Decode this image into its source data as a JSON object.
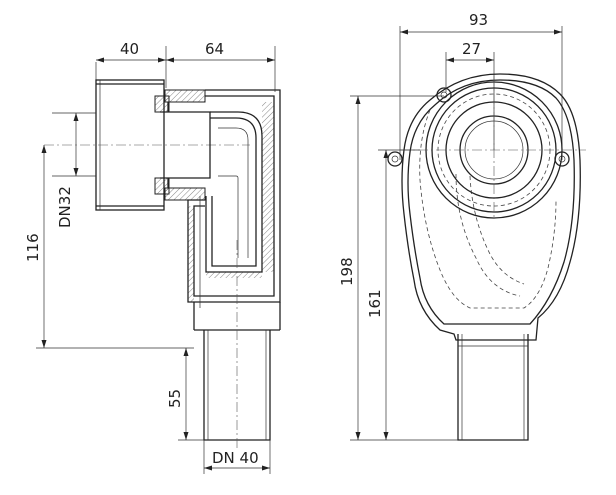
{
  "left_view": {
    "dim_top_left": "40",
    "dim_top_right": "64",
    "dim_inlet": "DN32",
    "dim_height_inlet": "116",
    "dim_outlet_length": "55",
    "dim_outlet": "DN 40"
  },
  "right_view": {
    "dim_width_total": "93",
    "dim_width_inner": "27",
    "dim_height_total": "198",
    "dim_height_center": "161"
  }
}
